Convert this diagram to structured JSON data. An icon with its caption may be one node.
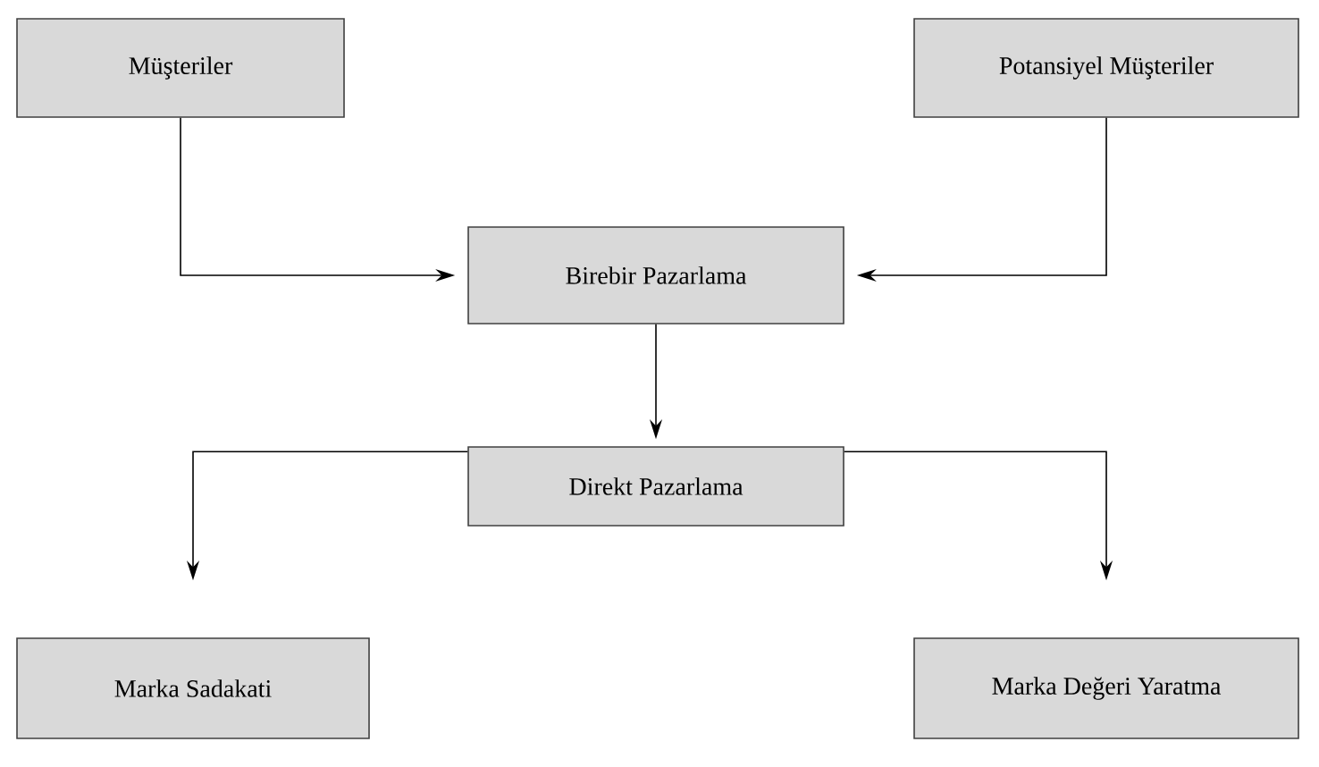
{
  "diagram": {
    "nodes": [
      {
        "text": [
          "Müşteriler"
        ]
      },
      {
        "text": [
          "Potansiyel Müşteriler"
        ]
      },
      {
        "text": [
          "Birebir Pazarlama"
        ]
      },
      {
        "text": [
          "Direkt Pazarlama"
        ]
      },
      {
        "text": [
          "Marka Sadakati"
        ]
      },
      {
        "text": [
          "Marka Değeri Yaratma"
        ]
      }
    ],
    "edges": [
      {
        "from": 0,
        "to": 2,
        "arrow": "to"
      },
      {
        "from": 1,
        "to": 2,
        "arrow": "to"
      },
      {
        "from": 2,
        "to": 3,
        "arrow": "to"
      },
      {
        "from": 3,
        "to": 4,
        "arrow": "to"
      },
      {
        "from": 3,
        "to": 5,
        "arrow": "to"
      }
    ]
  }
}
